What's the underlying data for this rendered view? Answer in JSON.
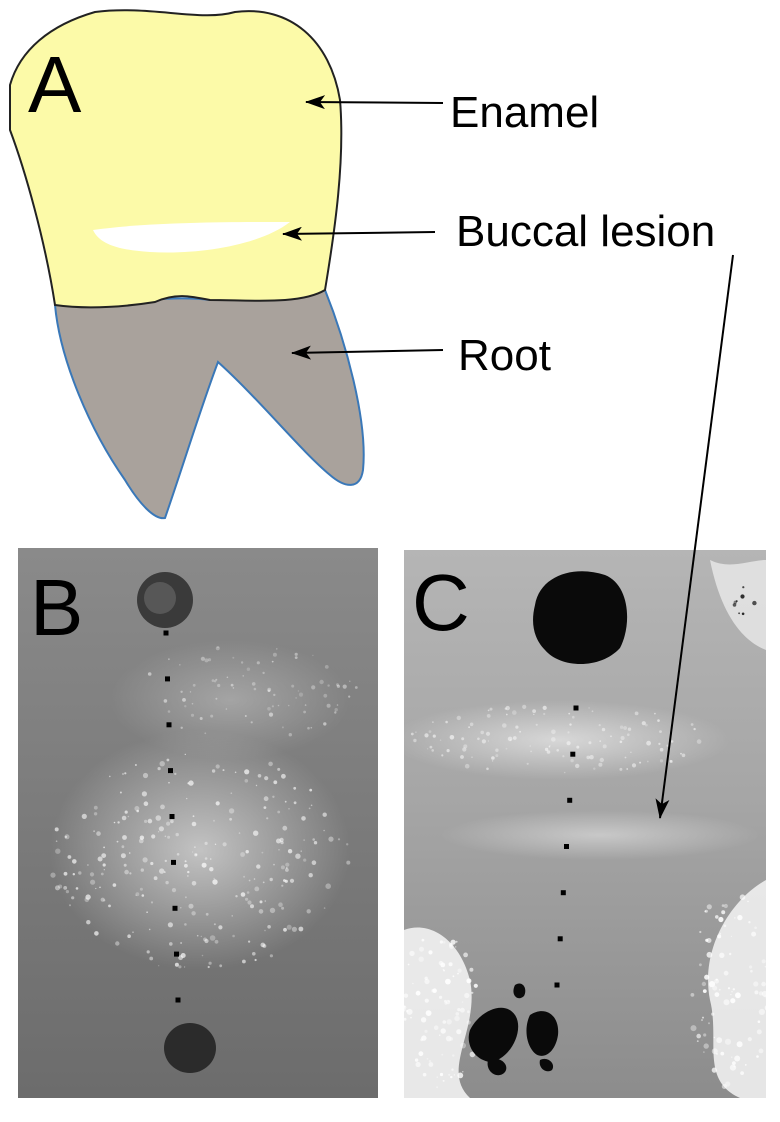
{
  "panels": {
    "a": {
      "letter": "A"
    },
    "b": {
      "letter": "B"
    },
    "c": {
      "letter": "C"
    }
  },
  "labels": {
    "enamel": "Enamel",
    "buccal_lesion": "Buccal lesion",
    "root": "Root"
  },
  "colors": {
    "enamel_fill": "#fcfaa8",
    "root_fill": "#a9a29c",
    "root_stroke": "#3a78b8",
    "lesion_fill": "#ffffff",
    "photo_b_bg": "#7a7a7a",
    "photo_c_bg": "#a8a8a8"
  }
}
